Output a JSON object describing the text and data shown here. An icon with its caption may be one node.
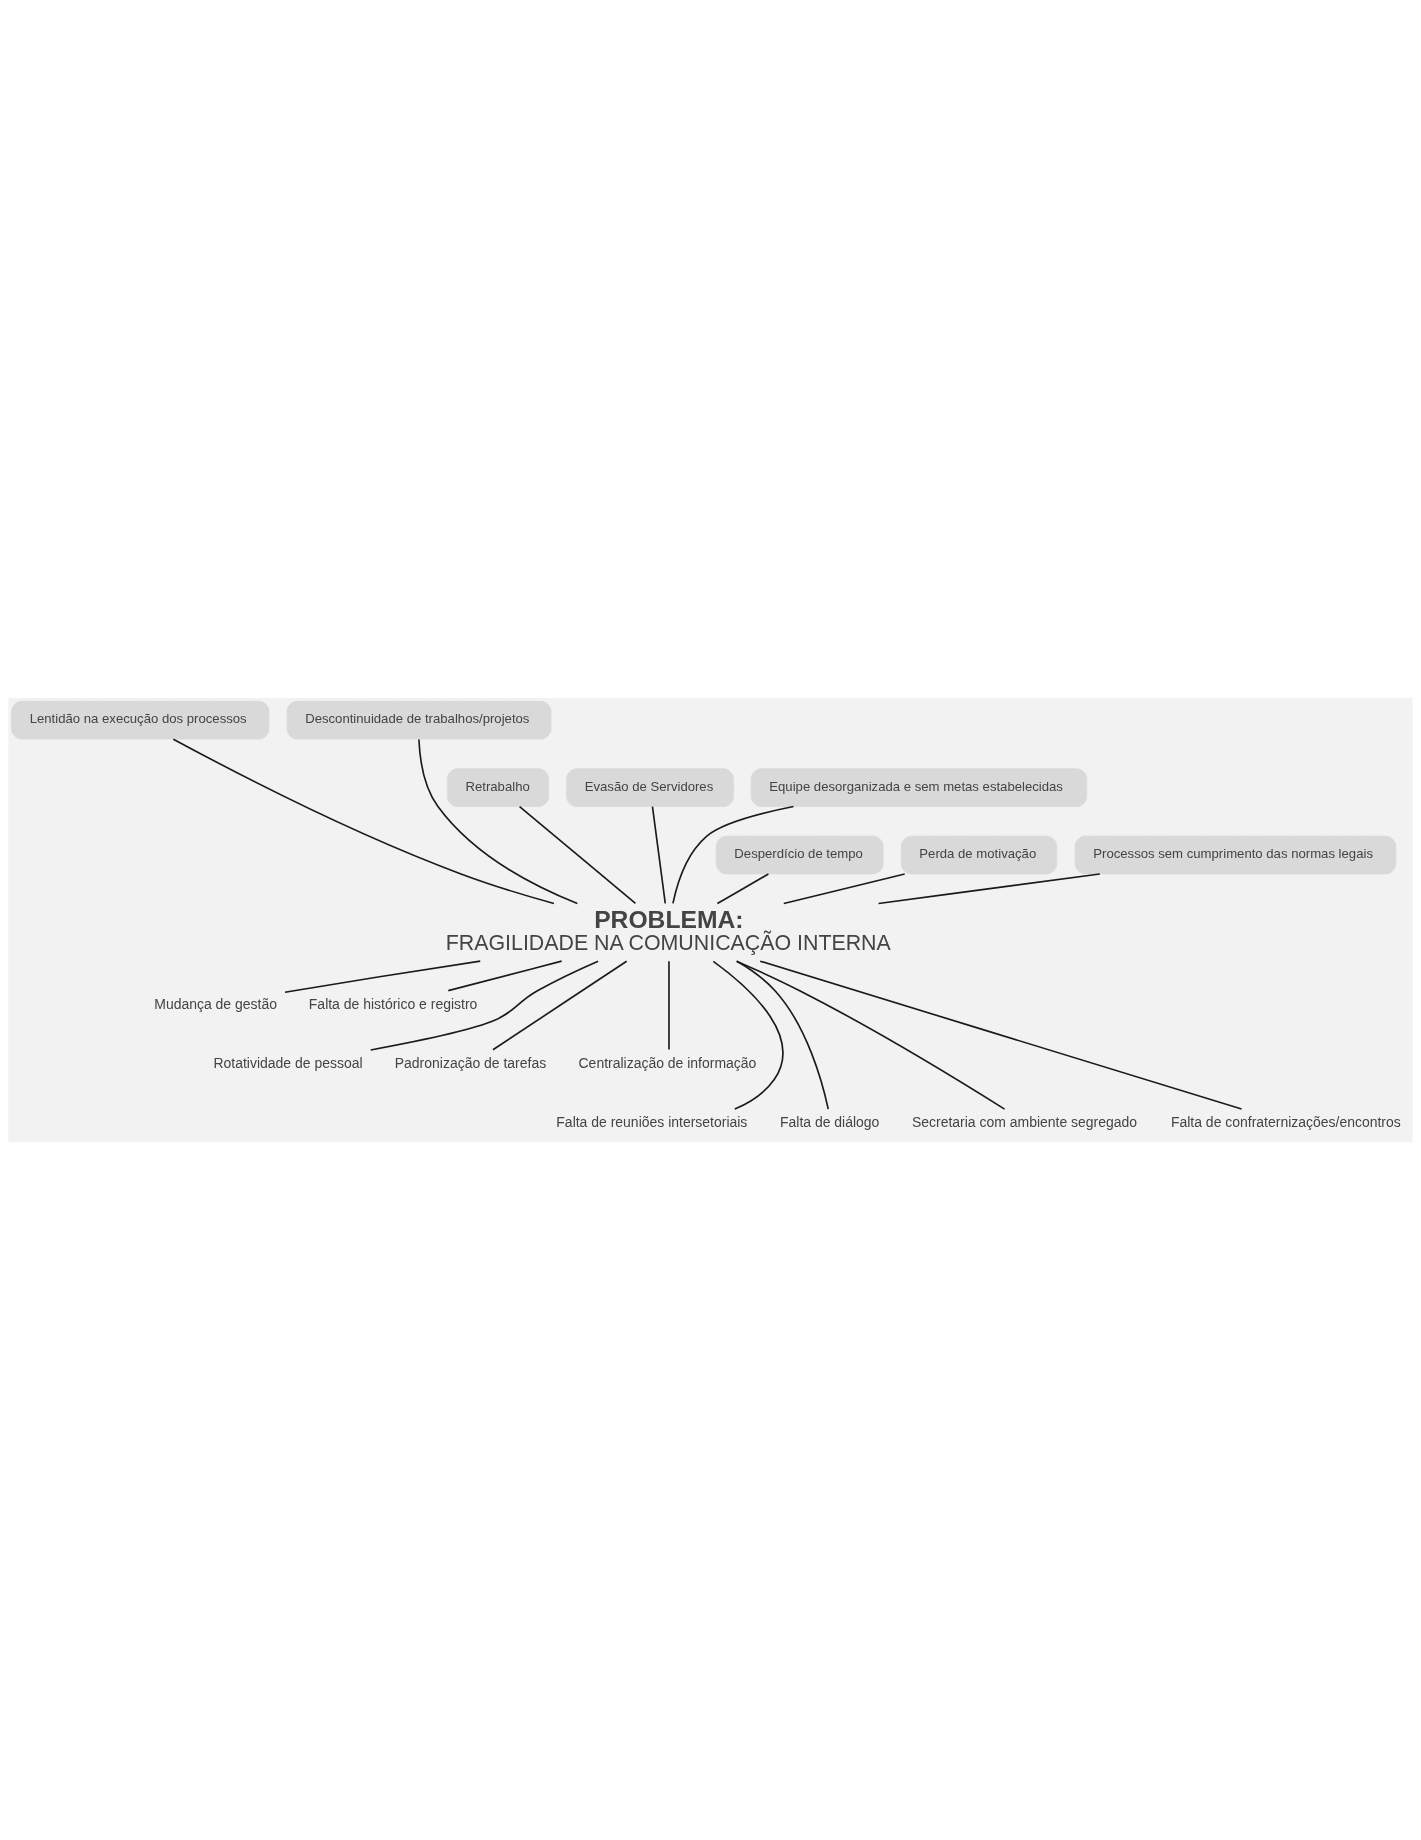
{
  "diagram": {
    "nodes": [
      {
        "text": [
          "Lentidão na execução dos processos"
        ]
      },
      {
        "text": [
          "Descontinuidade de trabalhos/projetos"
        ]
      },
      {
        "text": [
          "Retrabalho"
        ]
      },
      {
        "text": [
          "Evasão de Servidores"
        ]
      },
      {
        "text": [
          "Equipe desorganizada e sem metas estabelecidas"
        ]
      },
      {
        "text": [
          "Desperdício de tempo"
        ]
      },
      {
        "text": [
          "Perda de motivação"
        ]
      },
      {
        "text": [
          "Processos sem cumprimento das normas legais"
        ]
      },
      {
        "text": [
          "PROBLEMA:",
          "FRAGILIDADE NA COMUNICAÇÃO INTERNA"
        ]
      },
      {
        "text": [
          "Mudança de gestão"
        ]
      },
      {
        "text": [
          "Falta de histórico e registro"
        ]
      },
      {
        "text": [
          "Rotatividade de pessoal"
        ]
      },
      {
        "text": [
          "Padronização de tarefas"
        ]
      },
      {
        "text": [
          "Centralização de informação"
        ]
      },
      {
        "text": [
          "Falta de reuniões intersetoriais"
        ]
      },
      {
        "text": [
          "Falta de diálogo"
        ]
      },
      {
        "text": [
          "Secretaria com ambiente segregado"
        ]
      },
      {
        "text": [
          "Falta de confraternizações/encontros"
        ]
      }
    ],
    "edges": [
      {
        "from": 0,
        "to": 8,
        "arrow": "none"
      },
      {
        "from": 1,
        "to": 8,
        "arrow": "none"
      },
      {
        "from": 2,
        "to": 8,
        "arrow": "none"
      },
      {
        "from": 3,
        "to": 8,
        "arrow": "none"
      },
      {
        "from": 4,
        "to": 8,
        "arrow": "none"
      },
      {
        "from": 5,
        "to": 8,
        "arrow": "none"
      },
      {
        "from": 6,
        "to": 8,
        "arrow": "none"
      },
      {
        "from": 7,
        "to": 8,
        "arrow": "none"
      },
      {
        "from": 8,
        "to": 9,
        "arrow": "none"
      },
      {
        "from": 8,
        "to": 10,
        "arrow": "none"
      },
      {
        "from": 8,
        "to": 11,
        "arrow": "none"
      },
      {
        "from": 8,
        "to": 12,
        "arrow": "none"
      },
      {
        "from": 8,
        "to": 13,
        "arrow": "none"
      },
      {
        "from": 8,
        "to": 14,
        "arrow": "none"
      },
      {
        "from": 8,
        "to": 15,
        "arrow": "none"
      },
      {
        "from": 8,
        "to": 16,
        "arrow": "none"
      },
      {
        "from": 8,
        "to": 17,
        "arrow": "none"
      }
    ]
  }
}
